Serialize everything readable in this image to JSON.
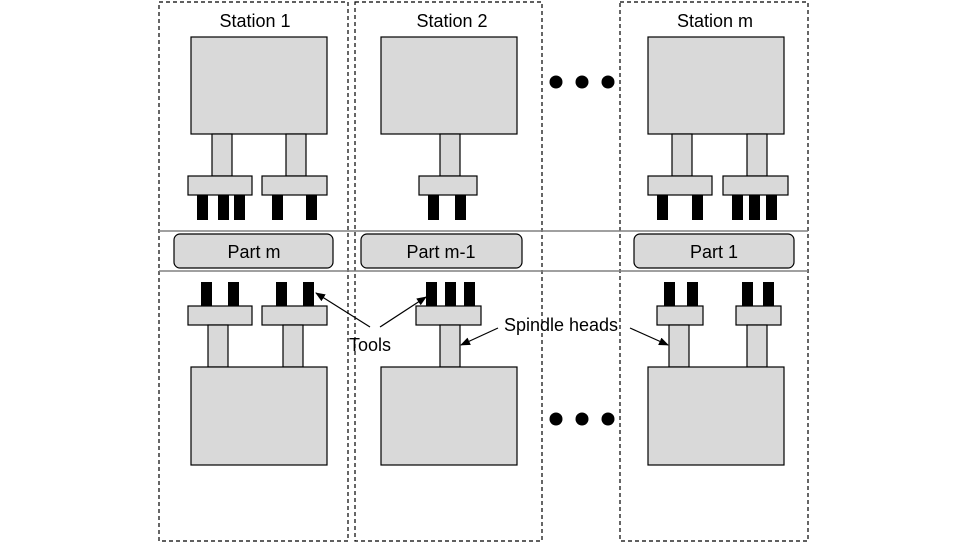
{
  "stations": [
    {
      "title": "Station 1",
      "upper_heads": [
        {
          "tools": 3
        },
        {
          "tools": 2
        }
      ],
      "lower_heads": [
        {
          "tools": 2
        },
        {
          "tools": 2
        }
      ]
    },
    {
      "title": "Station 2",
      "upper_heads": [
        {
          "tools": 2
        }
      ],
      "lower_heads": [
        {
          "tools": 3
        }
      ]
    },
    {
      "title": "Station m",
      "upper_heads": [
        {
          "tools": 2
        },
        {
          "tools": 3
        }
      ],
      "lower_heads": [
        {
          "tools": 2
        },
        {
          "tools": 2
        }
      ]
    }
  ],
  "parts": [
    "Part m",
    "Part m-1",
    "Part 1"
  ],
  "callouts": {
    "tools": "Tools",
    "spindle_heads": "Spindle heads"
  },
  "colors": {
    "fill": "#d9d9d9",
    "tool": "#000000",
    "stroke": "#000000",
    "band": "#808080"
  }
}
